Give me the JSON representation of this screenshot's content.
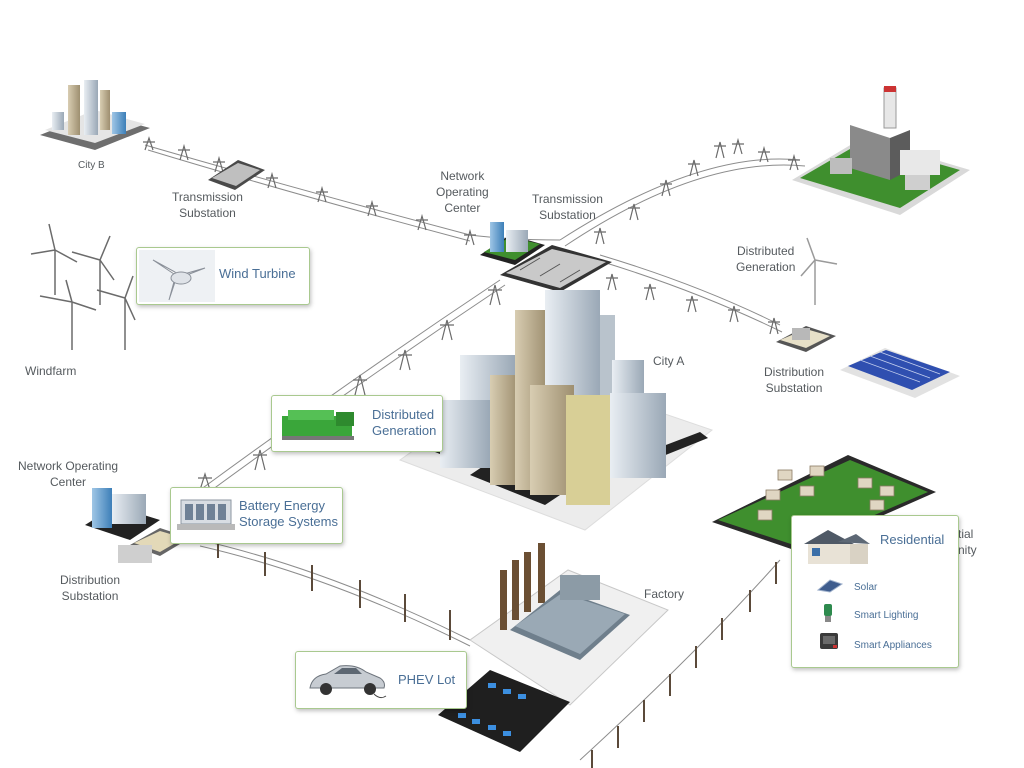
{
  "labels": {
    "city_b": "City B",
    "transmission_substation_left": "Transmission\nSubstation",
    "noc_top": "Network\nOperating\nCenter",
    "transmission_substation_mid": "Transmission\nSubstation",
    "distributed_generation_right": "Distributed\nGeneration",
    "windfarm": "Windfarm",
    "city_a": "City A",
    "distribution_substation_right": "Distribution\nSubstation",
    "noc_left": "Network Operating\nCenter",
    "distribution_substation_left": "Distribution\nSubstation",
    "factory": "Factory",
    "residential_community_partial": "tial\nnity"
  },
  "callouts": {
    "wind_turbine": "Wind Turbine",
    "distributed_generation": "Distributed\nGeneration",
    "battery_storage": "Battery Energy\nStorage Systems",
    "phev_lot": "PHEV Lot",
    "residential": {
      "title": "Residential",
      "items": [
        "Solar",
        "Smart Lighting",
        "Smart Appliances"
      ]
    }
  },
  "colors": {
    "callout_border": "#a9c98f",
    "callout_text": "#4a6f96",
    "label_text": "#555a5e",
    "grass": "#3f8f2e",
    "solar_panel": "#2f4fb0"
  }
}
